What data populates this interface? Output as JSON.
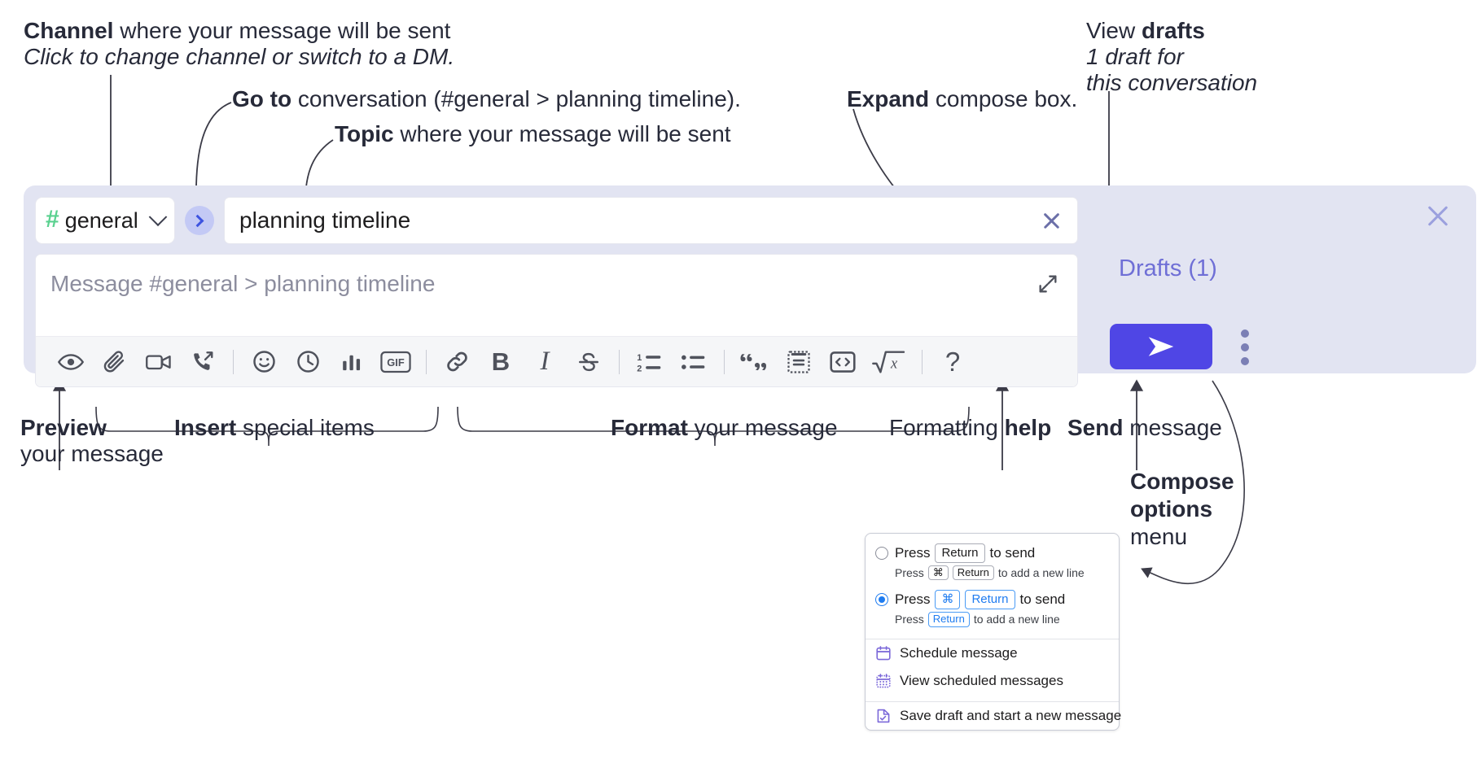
{
  "annotations": {
    "channel": {
      "strong": "Channel",
      "rest": " where your message will be sent",
      "italic": "Click to change channel or switch to a DM."
    },
    "goto": {
      "strong": "Go to",
      "rest": " conversation (#general > planning timeline)."
    },
    "topic": {
      "strong": "Topic",
      "rest": " where your message will be sent"
    },
    "expand": {
      "strong": "Expand",
      "rest": " compose box."
    },
    "drafts": {
      "prefix": "View ",
      "strong": "drafts",
      "italic_line1": "1 draft for",
      "italic_line2": "this conversation"
    },
    "preview": {
      "strong": "Preview",
      "line2": "your message"
    },
    "insert": {
      "strong": "Insert",
      "rest": " special items"
    },
    "format": {
      "strong": "Format",
      "rest": " your message"
    },
    "help": {
      "prefix": "Formatting ",
      "strong": "help"
    },
    "send": {
      "strong": "Send",
      "rest": " message"
    },
    "compose_options": {
      "line1": "Compose",
      "line2": "options",
      "line3": "menu"
    }
  },
  "compose": {
    "channel": {
      "hash": "#",
      "name": "general",
      "chevron": "chevron-down"
    },
    "goto_button_label": "›",
    "topic_value": "planning timeline",
    "message_placeholder": "Message #general > planning timeline",
    "drafts_label": "Drafts (1)",
    "send_label": "➤",
    "toolbar": [
      {
        "id": "preview",
        "name": "eye-icon",
        "label": "Preview"
      },
      {
        "id": "attach",
        "name": "paperclip-icon",
        "label": "Attach file"
      },
      {
        "id": "video",
        "name": "video-camera-icon",
        "label": "Record video clip"
      },
      {
        "id": "audio",
        "name": "phone-forward-icon",
        "label": "Record audio clip"
      },
      {
        "id": "sep1",
        "name": "separator"
      },
      {
        "id": "emoji",
        "name": "emoji-smiley-icon",
        "label": "Emoji"
      },
      {
        "id": "reminder",
        "name": "clock-icon",
        "label": "Reminder"
      },
      {
        "id": "poll",
        "name": "bar-chart-icon",
        "label": "Poll"
      },
      {
        "id": "gif",
        "name": "gif-icon",
        "label": "GIF"
      },
      {
        "id": "sep2",
        "name": "separator"
      },
      {
        "id": "link",
        "name": "link-icon",
        "label": "Link"
      },
      {
        "id": "bold",
        "name": "bold-icon",
        "label": "B"
      },
      {
        "id": "italic",
        "name": "italic-icon",
        "label": "I"
      },
      {
        "id": "strike",
        "name": "strikethrough-icon",
        "label": "S"
      },
      {
        "id": "sep3",
        "name": "separator"
      },
      {
        "id": "ordered-list",
        "name": "ordered-list-icon",
        "label": "Ordered list"
      },
      {
        "id": "bullet-list",
        "name": "bullet-list-icon",
        "label": "Bulleted list"
      },
      {
        "id": "sep4",
        "name": "separator"
      },
      {
        "id": "blockquote",
        "name": "blockquote-icon",
        "label": "Blockquote"
      },
      {
        "id": "code-block",
        "name": "code-block-icon",
        "label": "Code block"
      },
      {
        "id": "code",
        "name": "code-icon",
        "label": "Code"
      },
      {
        "id": "math",
        "name": "square-root-icon",
        "label": "Math"
      },
      {
        "id": "sep5",
        "name": "separator"
      },
      {
        "id": "help",
        "name": "question-mark-icon",
        "label": "?"
      }
    ]
  },
  "menu": {
    "options": [
      {
        "selected": false,
        "parts": [
          {
            "t": "text",
            "v": "Press"
          },
          {
            "t": "key",
            "v": "Return"
          },
          {
            "t": "text",
            "v": "to send"
          }
        ],
        "sub": [
          {
            "t": "text",
            "v": "Press"
          },
          {
            "t": "key",
            "v": "⌘"
          },
          {
            "t": "key",
            "v": "Return"
          },
          {
            "t": "text",
            "v": "to add a new line"
          }
        ]
      },
      {
        "selected": true,
        "parts": [
          {
            "t": "text",
            "v": "Press"
          },
          {
            "t": "key",
            "v": "⌘"
          },
          {
            "t": "key",
            "v": "Return"
          },
          {
            "t": "text",
            "v": "to send"
          }
        ],
        "sub": [
          {
            "t": "text",
            "v": "Press"
          },
          {
            "t": "key",
            "v": "Return"
          },
          {
            "t": "text",
            "v": "to add a new line"
          }
        ]
      }
    ],
    "items": [
      {
        "icon": "calendar-icon",
        "label": "Schedule message"
      },
      {
        "icon": "calendar-grid-icon",
        "label": "View scheduled messages"
      },
      {
        "icon": "document-check-icon",
        "label": "Save draft and start a new message",
        "after_separator": true
      }
    ]
  },
  "colors": {
    "compose_backdrop": "#e2e4f2",
    "hash_green": "#5ad18f",
    "goto_pill": "#c3c9f5",
    "goto_arrow": "#3d53e0",
    "drafts_purple": "#6f6fd6",
    "send_indigo": "#4f46e5",
    "radio_blue": "#1f7cf0",
    "menu_icon_purple": "#7b68d9",
    "text_dark": "#272a39"
  }
}
